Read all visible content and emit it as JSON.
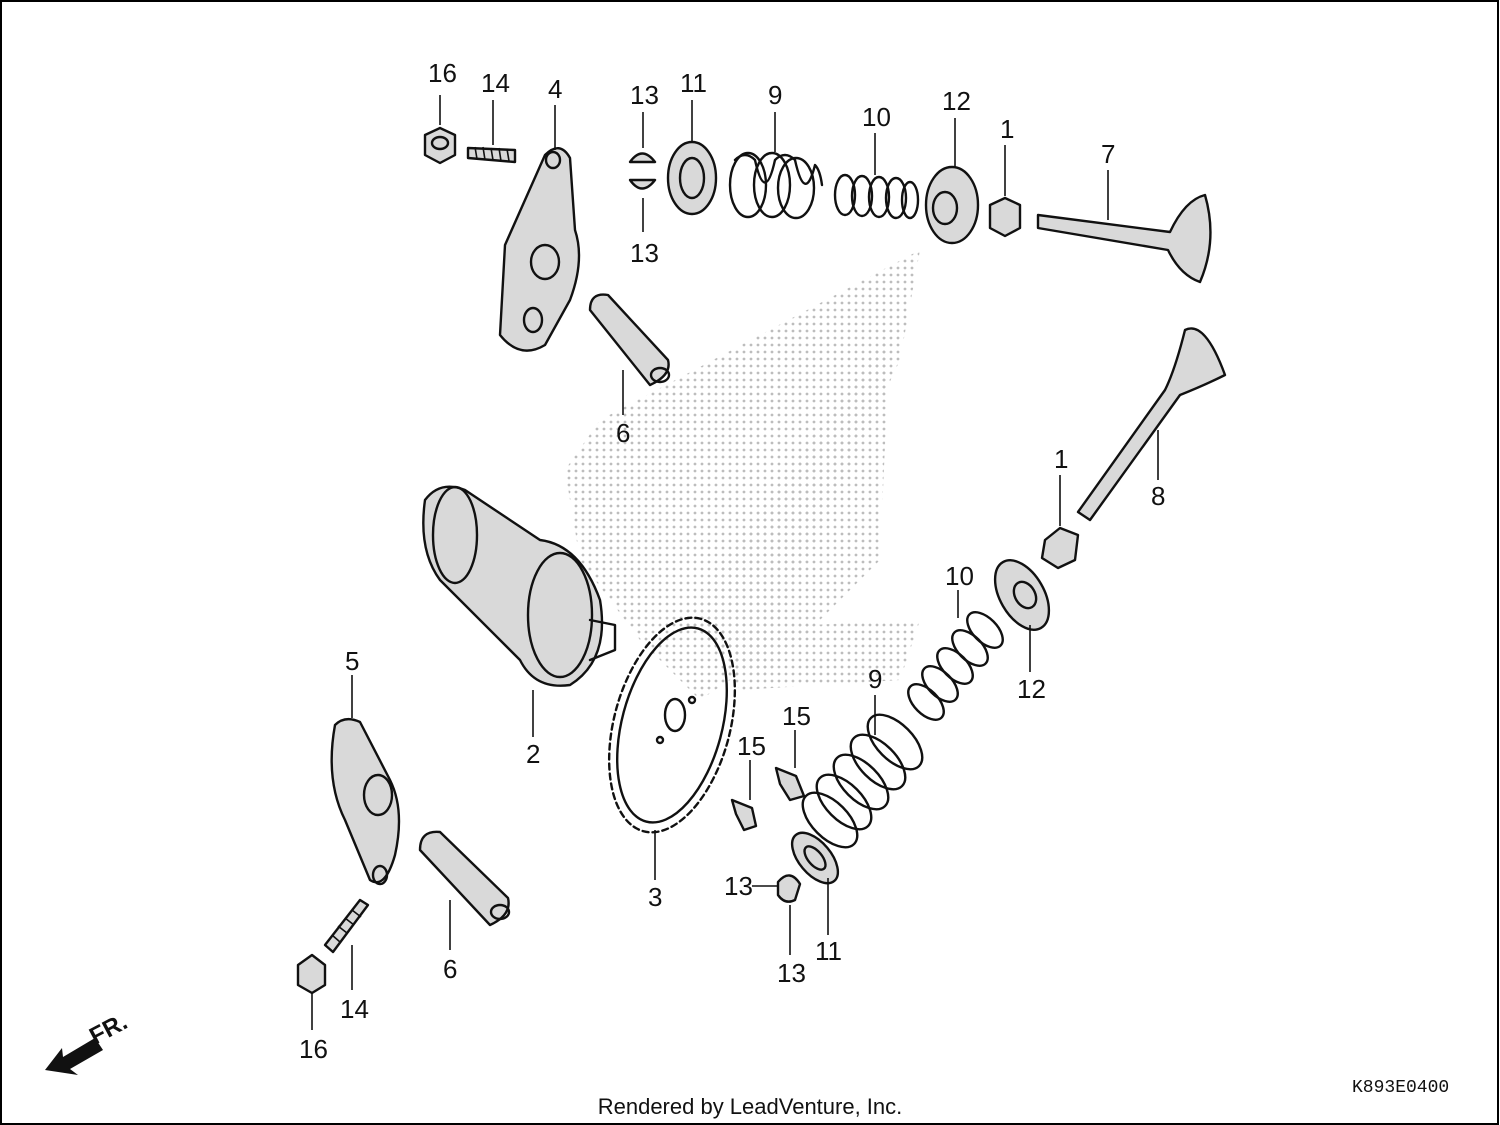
{
  "diagram": {
    "callouts": {
      "c16a": "16",
      "c14a": "14",
      "c4": "4",
      "c13a": "13",
      "c11a": "11",
      "c9a": "9",
      "c10a": "10",
      "c12a": "12",
      "c1a": "1",
      "c7": "7",
      "c13b": "13",
      "c6a": "6",
      "c1b": "1",
      "c8": "8",
      "c10b": "10",
      "c12b": "12",
      "c5": "5",
      "c2": "2",
      "c9b": "9",
      "c15a": "15",
      "c15b": "15",
      "c3": "3",
      "c13c": "13",
      "c11b": "11",
      "c13d": "13",
      "c6b": "6",
      "c14b": "14",
      "c16b": "16"
    },
    "front_arrow_label": "FR.",
    "drawing_code": "K893E0400",
    "footer": "Rendered by LeadVenture, Inc.",
    "colors": {
      "line": "#111111",
      "watermark": "#c8c8c8",
      "frame": "#000000"
    }
  }
}
